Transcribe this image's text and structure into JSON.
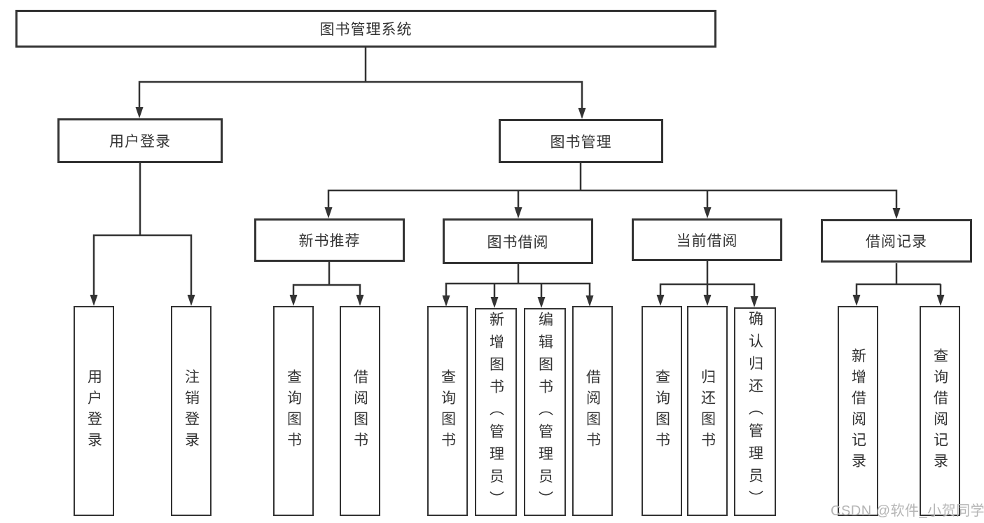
{
  "tree": {
    "root": {
      "label": "图书管理系统"
    },
    "branches": [
      {
        "label": "用户登录",
        "children": [
          {
            "label": "用户登录"
          },
          {
            "label": "注销登录"
          }
        ]
      },
      {
        "label": "图书管理",
        "children": [
          {
            "label": "新书推荐",
            "children": [
              {
                "label": "查询图书"
              },
              {
                "label": "借阅图书"
              }
            ]
          },
          {
            "label": "图书借阅",
            "children": [
              {
                "label": "查询图书"
              },
              {
                "label": "新增图书（管理员）"
              },
              {
                "label": "编辑图书（管理员）"
              },
              {
                "label": "借阅图书"
              }
            ]
          },
          {
            "label": "当前借阅",
            "children": [
              {
                "label": "查询图书"
              },
              {
                "label": "归还图书"
              },
              {
                "label": "确认归还（管理员）"
              }
            ]
          },
          {
            "label": "借阅记录",
            "children": [
              {
                "label": "新增借阅记录"
              },
              {
                "label": "查询借阅记录"
              }
            ]
          }
        ]
      }
    ]
  },
  "watermark": {
    "text": "CSDN @软件_小贺同学"
  },
  "colors": {
    "line": "#333333",
    "text": "#333333",
    "background": "#ffffff",
    "watermark": "#b5b5b5"
  }
}
